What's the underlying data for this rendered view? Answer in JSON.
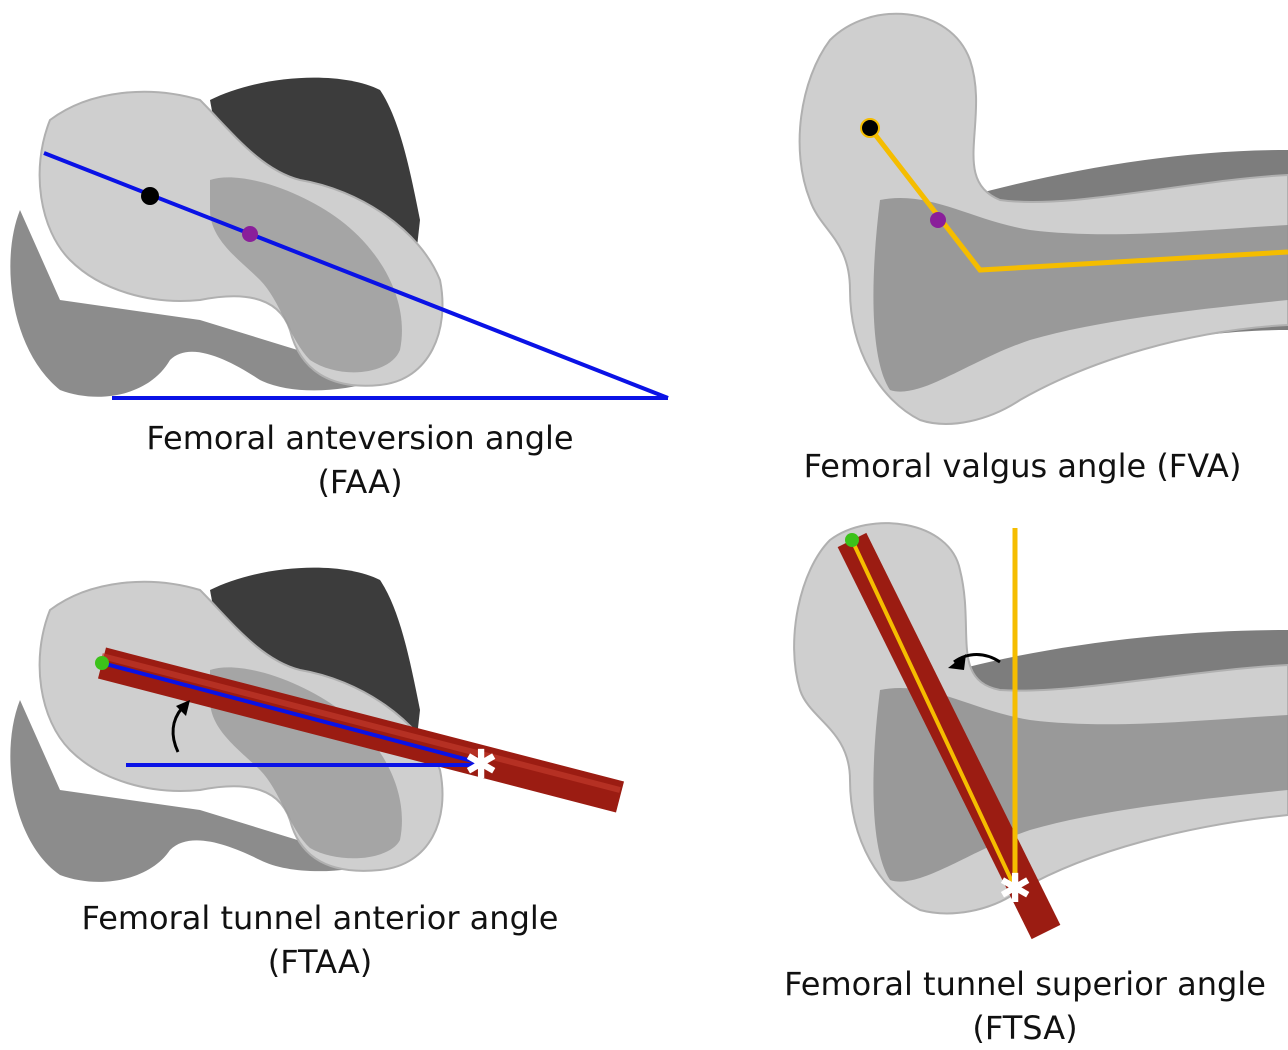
{
  "panels": [
    {
      "id": "faa",
      "caption_line1": "Femoral anteversion angle",
      "caption_line2": "(FAA)"
    },
    {
      "id": "fva",
      "caption_line1": "Femoral valgus angle (FVA)",
      "caption_line2": ""
    },
    {
      "id": "ftaa",
      "caption_line1": "Femoral tunnel anterior angle",
      "caption_line2": "(FTAA)"
    },
    {
      "id": "ftsa",
      "caption_line1": "Femoral tunnel superior angle",
      "caption_line2": "(FTSA)"
    }
  ],
  "colors": {
    "bone_cut": "#cfcfcf",
    "bone_dark": "#3c3c3c",
    "bone_mid": "#8a8a8a",
    "axis_blue": "#0a12e6",
    "axis_yellow": "#f5bd00",
    "tunnel_red": "#9b1c12",
    "landmark_black": "#000000",
    "landmark_purple": "#8a1f9a",
    "landmark_green": "#3cc21a"
  }
}
